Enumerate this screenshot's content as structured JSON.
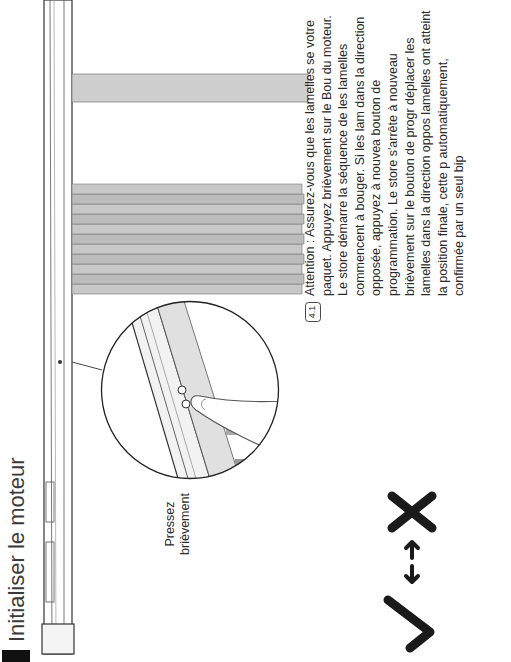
{
  "diagram": {
    "title": "Initialiser le moteur",
    "nodes": [
      {
        "text": [
          "Pressez brièvement"
        ]
      },
      {
        "text": [
          "4.1"
        ]
      }
    ],
    "labels": [
      "Attention : Assurez-vous que les lamelles se votre paquet. Appuyez brièvement sur le Bou du moteur. Le store démarre la séquence de les lamelles commencent à bouger. Si les lam dans la direction opposée, appuyez à nouvea bouton de programmation. Le store s'arrête à nouveau brièvement sur le bouton de progr déplacer les lamelles dans la direction oppos lamelles ont atteint la position finale, cette p automatiquement, confirmée par un seul bip"
    ]
  }
}
